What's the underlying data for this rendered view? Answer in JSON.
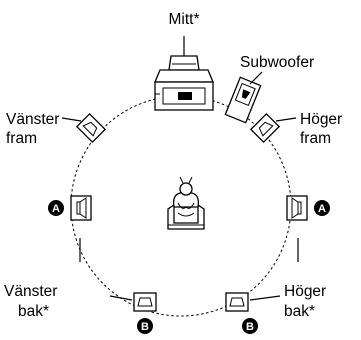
{
  "labels": {
    "center": "Mitt*",
    "subwoofer": "Subwoofer",
    "front_left_line1": "Vänster",
    "front_left_line2": "fram",
    "front_right_line1": "Höger",
    "front_right_line2": "fram",
    "rear_left_line1": "Vänster",
    "rear_left_line2": "bak*",
    "rear_right_line1": "Höger",
    "rear_right_line2": "bak*"
  },
  "badges": {
    "side_left": "A",
    "side_right": "A",
    "rear_left": "B",
    "rear_right": "B"
  }
}
